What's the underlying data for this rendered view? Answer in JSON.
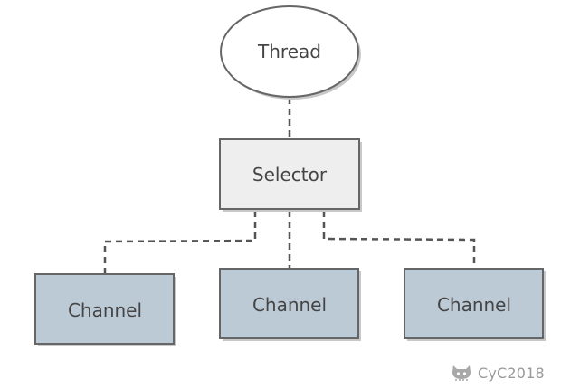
{
  "diagram": {
    "thread_label": "Thread",
    "selector_label": "Selector",
    "channels": [
      {
        "label": "Channel"
      },
      {
        "label": "Channel"
      },
      {
        "label": "Channel"
      }
    ],
    "colors": {
      "thread_fill": "#ffffff",
      "selector_fill": "#eeeeee",
      "channel_fill": "#bccad6",
      "stroke": "#666666",
      "shadow": "#c8c8c8",
      "connector": "#555555"
    }
  },
  "watermark": {
    "icon": "github-cat-icon",
    "text": "CyC2018"
  }
}
